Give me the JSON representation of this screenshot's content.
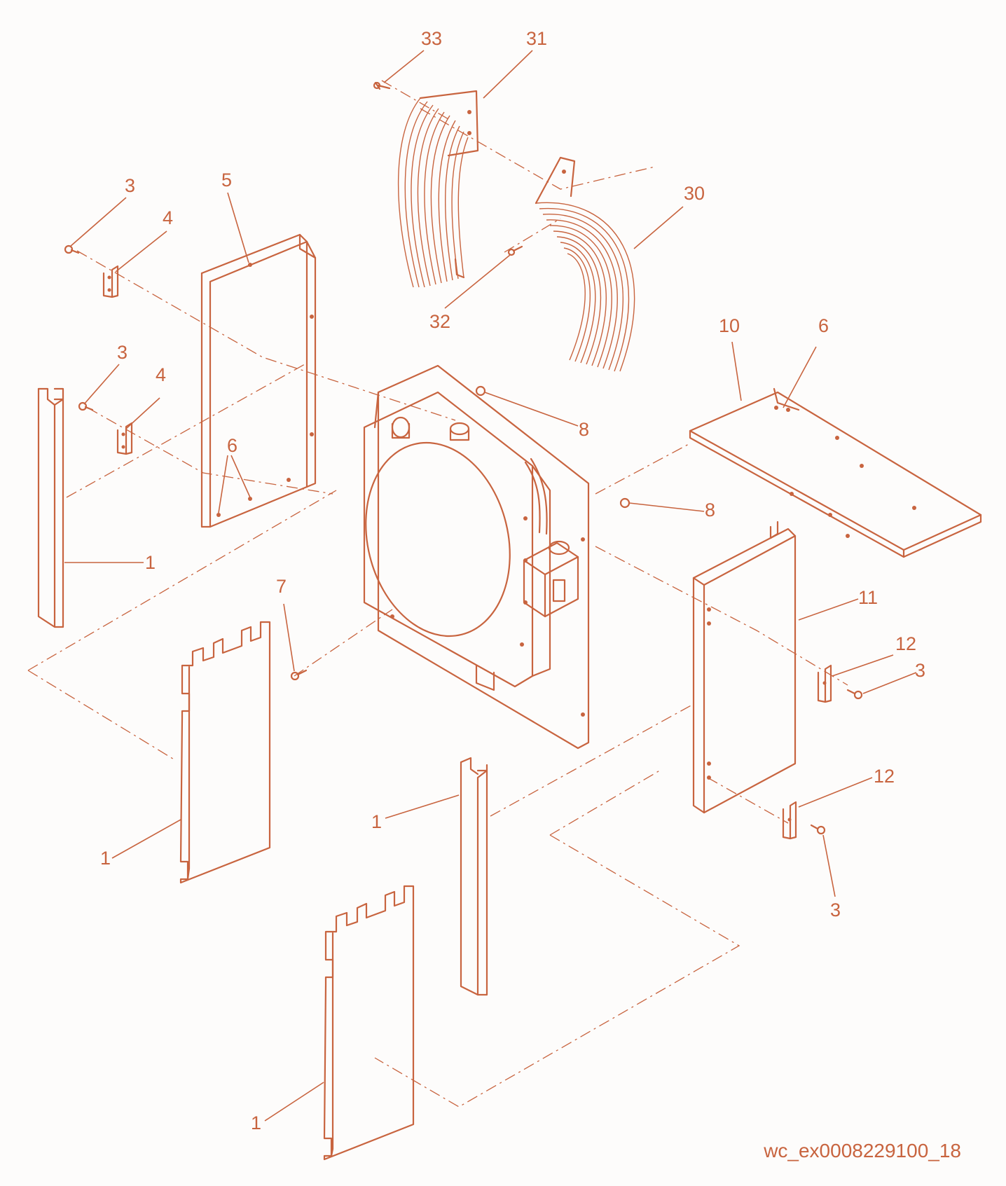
{
  "drawing_reference": "wc_ex0008229100_18",
  "accent_color": "#c8643f",
  "callouts": [
    {
      "id": "c33",
      "label": "33"
    },
    {
      "id": "c31",
      "label": "31"
    },
    {
      "id": "c3a",
      "label": "3"
    },
    {
      "id": "c4a",
      "label": "4"
    },
    {
      "id": "c5",
      "label": "5"
    },
    {
      "id": "c30",
      "label": "30"
    },
    {
      "id": "c32",
      "label": "32"
    },
    {
      "id": "c10",
      "label": "10"
    },
    {
      "id": "c6a",
      "label": "6"
    },
    {
      "id": "c3b",
      "label": "3"
    },
    {
      "id": "c4b",
      "label": "4"
    },
    {
      "id": "c8a",
      "label": "8"
    },
    {
      "id": "c6b",
      "label": "6"
    },
    {
      "id": "c8b",
      "label": "8"
    },
    {
      "id": "c1a",
      "label": "1"
    },
    {
      "id": "c7",
      "label": "7"
    },
    {
      "id": "c11",
      "label": "11"
    },
    {
      "id": "c12a",
      "label": "12"
    },
    {
      "id": "c3c",
      "label": "3"
    },
    {
      "id": "c12b",
      "label": "12"
    },
    {
      "id": "c1b",
      "label": "1"
    },
    {
      "id": "c1c",
      "label": "1"
    },
    {
      "id": "c3d",
      "label": "3"
    },
    {
      "id": "c1d",
      "label": "1"
    }
  ]
}
